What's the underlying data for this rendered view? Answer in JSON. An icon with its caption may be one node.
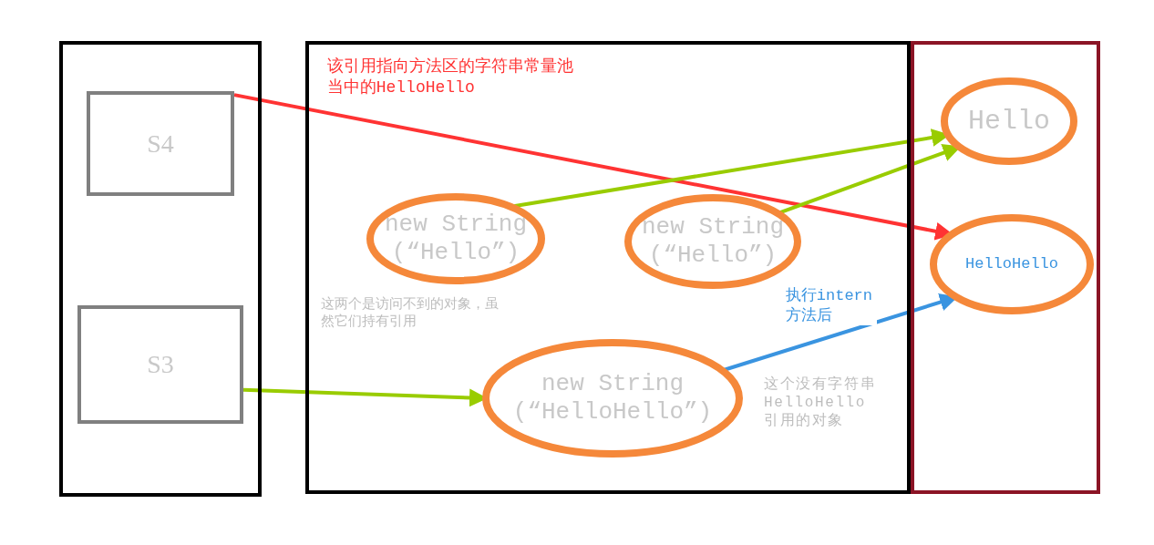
{
  "diagram": {
    "nodes": [
      {
        "text": [],
        "shape": "box"
      },
      {
        "text": [
          "S4"
        ],
        "in": 0
      },
      {
        "text": [
          "S3"
        ],
        "in": 0
      },
      {
        "text": [],
        "shape": "box"
      },
      {
        "text": [
          "new String (“Hello”)"
        ],
        "in": 3
      },
      {
        "text": [
          "new String (“Hello”)"
        ],
        "in": 3
      },
      {
        "text": [
          "new String (“HelloHello”)"
        ],
        "in": 3,
        "beside": [
          "这个没有字符串HelloHello引用的对象"
        ]
      },
      {
        "text": [],
        "shape": "box"
      },
      {
        "text": [
          "Hello"
        ],
        "in": 7
      },
      {
        "text": [
          "HelloHello"
        ],
        "in": 7
      }
    ],
    "edges": [
      {
        "from": 1,
        "to": 9,
        "arrow": "to",
        "color": "#ff3333",
        "label": "该引用指向方法区的字符串常量池当中的HelloHello"
      },
      {
        "from": 2,
        "to": 6,
        "arrow": "to"
      },
      {
        "from": 4,
        "to": 8,
        "arrow": "to"
      },
      {
        "from": 5,
        "to": 8,
        "arrow": "to"
      },
      {
        "from": 6,
        "to": 9,
        "arrow": "to",
        "color": "#3a94e0",
        "label": "执行intern方法后"
      }
    ],
    "labels": [
      "这两个是访问不到的对象，虽然它们持有引用"
    ]
  }
}
